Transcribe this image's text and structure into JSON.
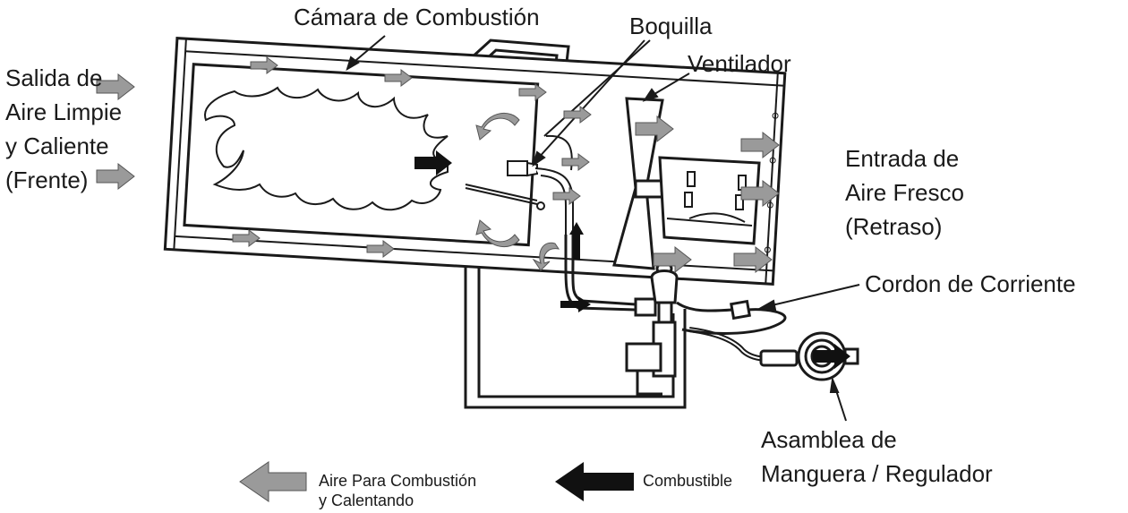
{
  "labels": {
    "camara": "Cámara de Combustión",
    "boquilla": "Boquilla",
    "ventilador": "Ventilador",
    "salida": "Salida de\nAire Limpie\ny Caliente\n(Frente)",
    "entrada": "Entrada de\nAire Fresco\n(Retraso)",
    "cordon": "Cordon de Corriente",
    "asamblea": "Asamblea de\nManguera / Regulador"
  },
  "legend": {
    "air_label": "Aire Para Combustión\ny Calentando",
    "fuel_label": "Combustible"
  },
  "colors": {
    "line": "#1a1a1a",
    "air_arrow": "#9a9a9a",
    "fuel_arrow": "#111111"
  }
}
